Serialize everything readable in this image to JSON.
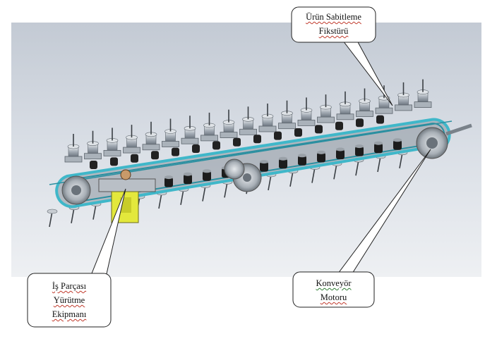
{
  "callouts": {
    "fixture": {
      "line1": "Ürün Sabitleme",
      "line2": "Fikstürü"
    },
    "workpiece": {
      "line1": "İş Parçası",
      "line2": "Yürütme",
      "line3": "Ekipmanı"
    },
    "motor": {
      "line1": "Konveyör",
      "line2": "Motoru"
    }
  },
  "colors": {
    "background_top": "#c9cfd8",
    "background_bottom": "#eef0f3",
    "belt": "#3fb7c9",
    "frame": "#9aa3ad",
    "roller": "#1c1c1c",
    "motor_block": "#e3e83c",
    "callout_border": "#222222"
  }
}
